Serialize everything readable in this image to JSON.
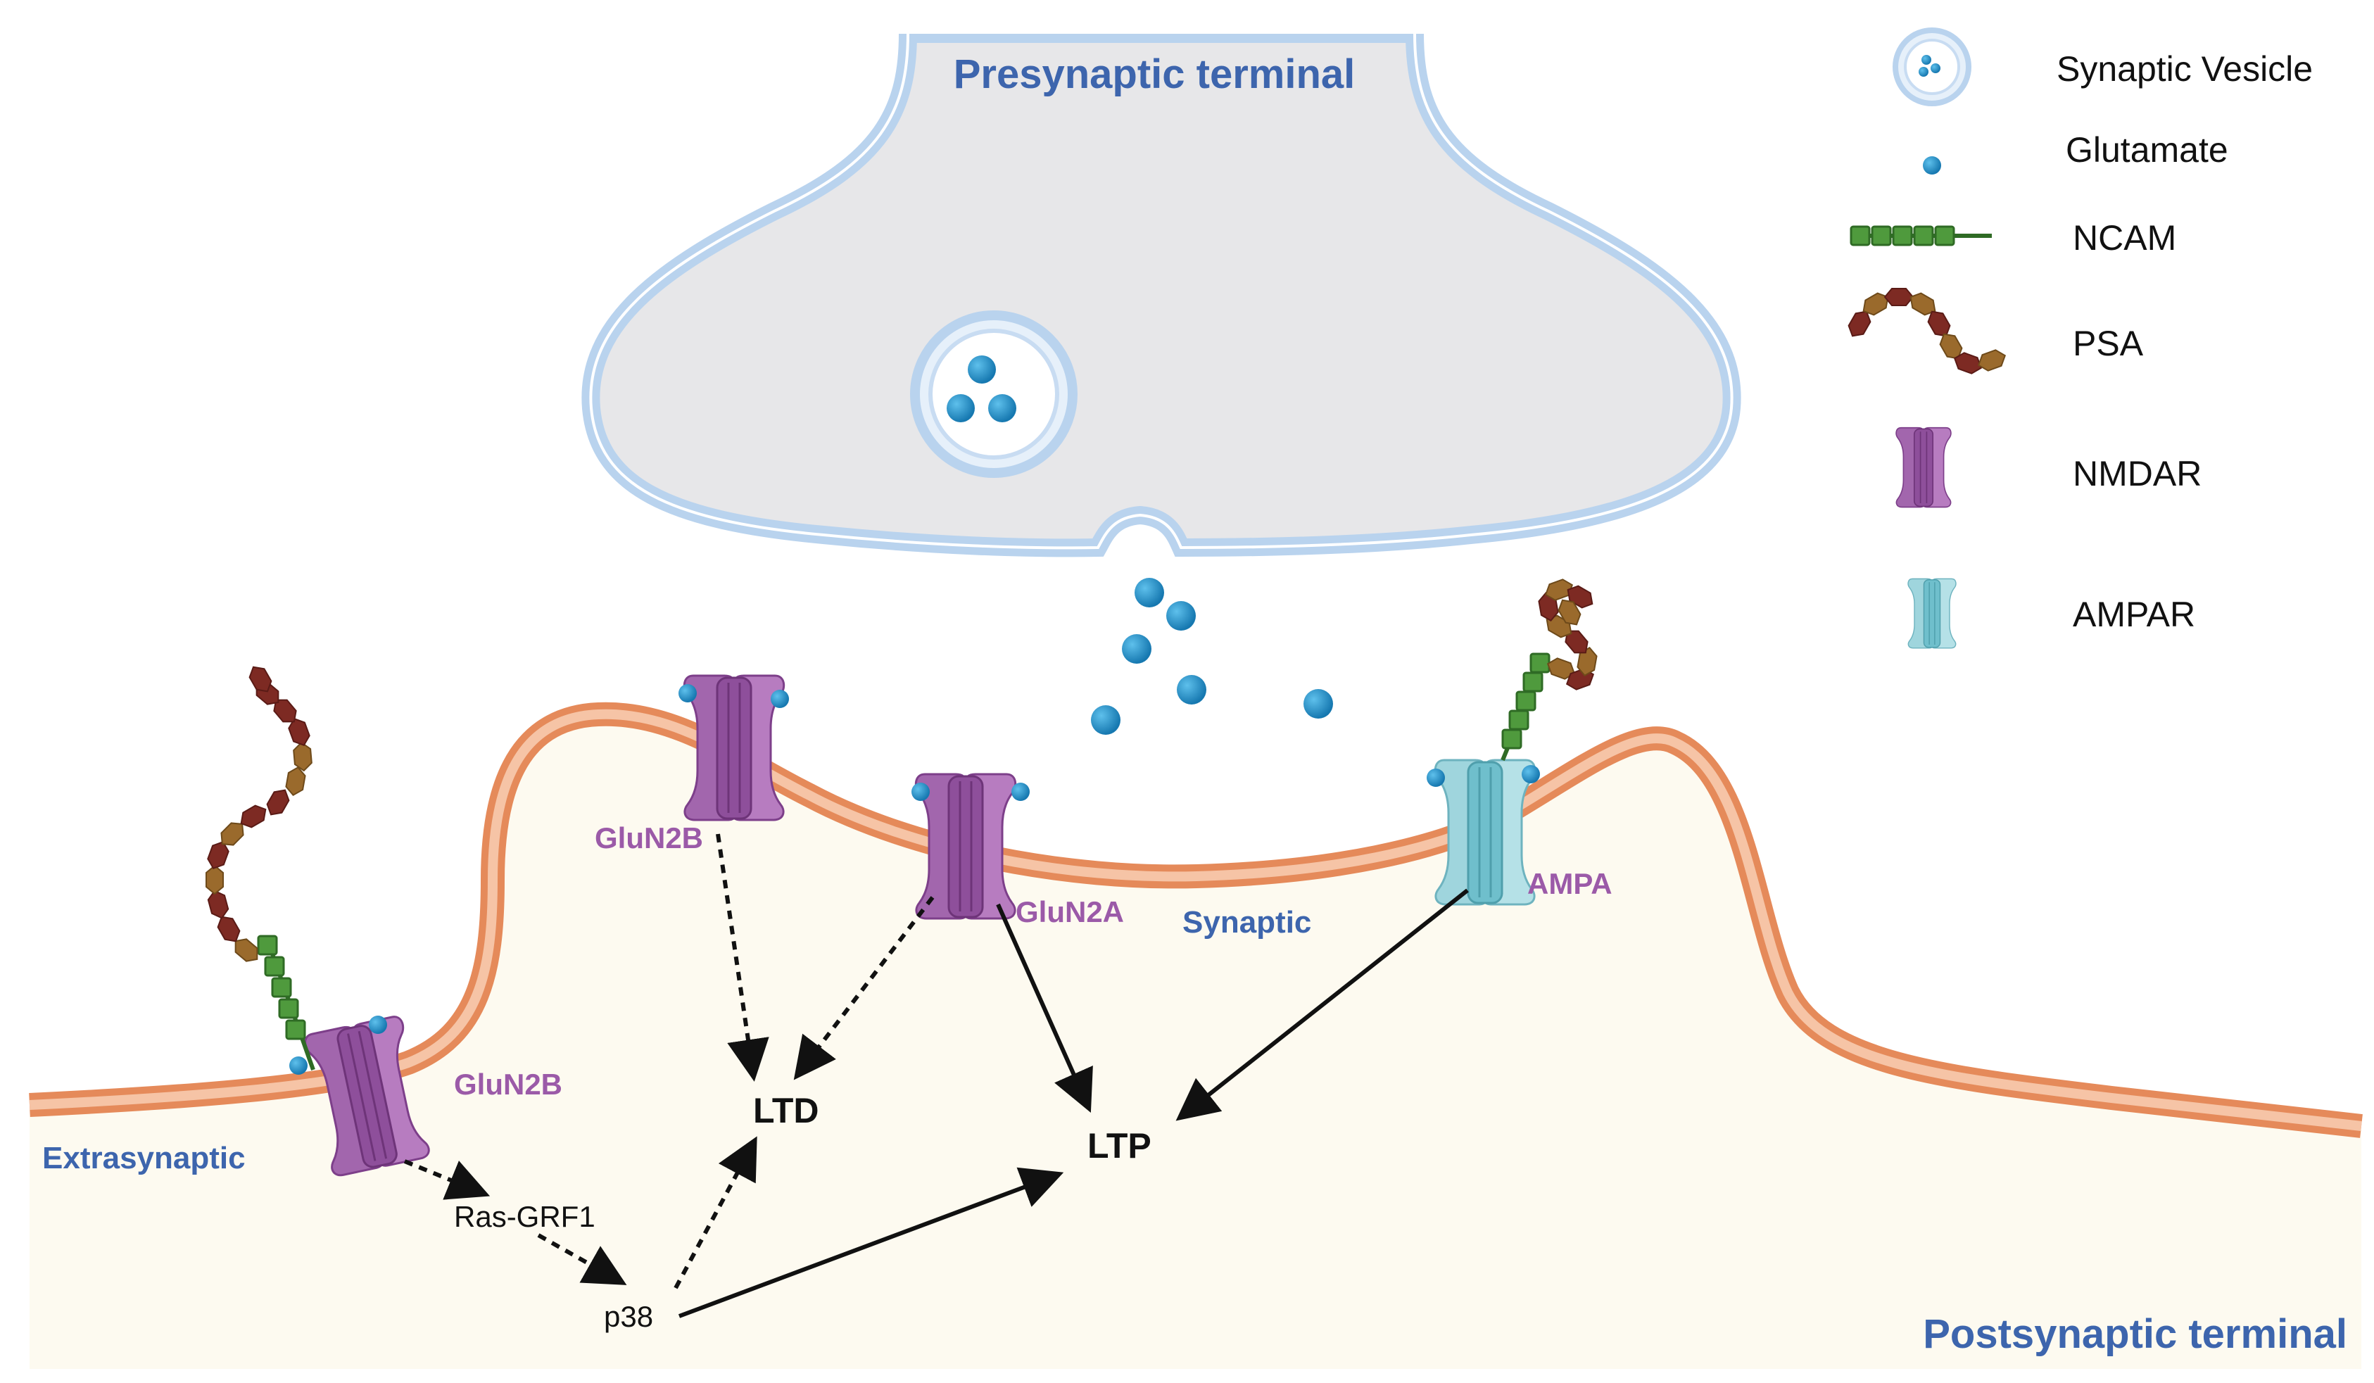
{
  "labels": {
    "presynaptic": "Presynaptic terminal",
    "postsynaptic": "Postsynaptic terminal",
    "extrasynaptic": "Extrasynaptic",
    "synaptic": "Synaptic",
    "glun2b_left": "GluN2B",
    "glun2b_mid": "GluN2B",
    "glun2a": "GluN2A",
    "ampa": "AMPA",
    "ras_grf1": "Ras-GRF1",
    "p38": "p38",
    "ltd": "LTD",
    "ltp": "LTP"
  },
  "legend": [
    {
      "icon": "synaptic-vesicle-icon",
      "label": "Synaptic Vesicle"
    },
    {
      "icon": "glutamate-icon",
      "label": "Glutamate"
    },
    {
      "icon": "ncam-icon",
      "label": "NCAM"
    },
    {
      "icon": "psa-icon",
      "label": "PSA"
    },
    {
      "icon": "nmdar-icon",
      "label": "NMDAR"
    },
    {
      "icon": "ampar-icon",
      "label": "AMPAR"
    }
  ],
  "colors": {
    "presynaptic_fill": "#e7e7e9",
    "membrane_blue": "#b9d3ee",
    "postsynaptic_fill": "#fdfaf0",
    "membrane_orange": "#e58a5a",
    "glutamate": "#1f8fc8",
    "nmdar": "#a266ad",
    "ampar": "#9fd5dd",
    "ncam": "#4f9a3d",
    "psa_red": "#7d2a23",
    "psa_brown": "#9a6a2c",
    "title_blue": "#3d65ad",
    "label_purple": "#9b5aa8"
  }
}
